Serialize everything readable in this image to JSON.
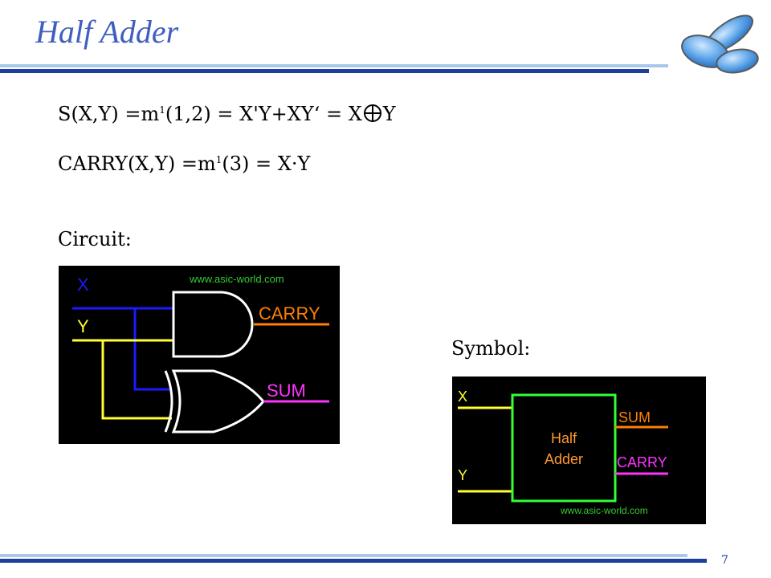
{
  "slide": {
    "title": "Half Adder",
    "page_number": "7"
  },
  "equations": {
    "sum_lhs": "S(X,Y) =m",
    "sum_sup": "1",
    "sum_mid": "(1,2) = X'Y+XY‘ = X",
    "sum_end": "Y",
    "carry_lhs": "CARRY(X,Y) =m",
    "carry_sup": "1",
    "carry_rhs": "(3) = X·Y"
  },
  "labels": {
    "circuit": "Circuit:",
    "symbol": "Symbol:"
  },
  "circuit_diagram": {
    "input_x": "X",
    "input_y": "Y",
    "output_carry": "CARRY",
    "output_sum": "SUM",
    "watermark": "www.asic-world.com"
  },
  "symbol_diagram": {
    "input_x": "X",
    "input_y": "Y",
    "block_line1": "Half",
    "block_line2": "Adder",
    "output_sum": "SUM",
    "output_carry": "CARRY",
    "watermark": "www.asic-world.com"
  },
  "colors": {
    "title": "#3f5ebf",
    "rule_dark": "#1e3f9c",
    "rule_light": "#a9c7ea",
    "wire_x": "#1a1aff",
    "wire_y": "#ffff33",
    "carry": "#ff8000",
    "sum": "#ff33ff",
    "gate_green": "#33ff33",
    "block_text": "#ff9933"
  }
}
